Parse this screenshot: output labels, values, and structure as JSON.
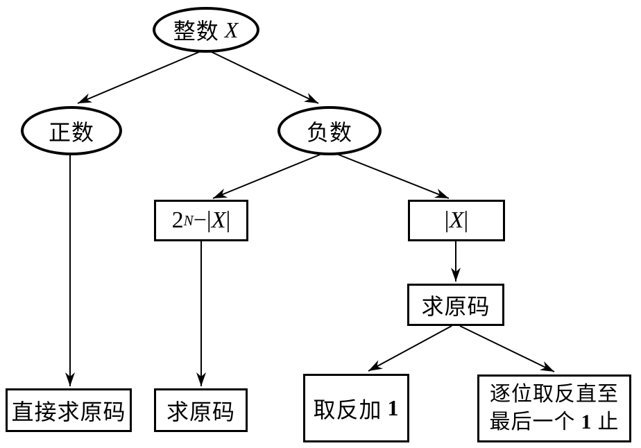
{
  "page": {
    "background": "#ffffff",
    "ink": "#000000"
  },
  "flowchart": {
    "nodes": {
      "root": {
        "shape": "ellipse",
        "text": "整数",
        "var": "X"
      },
      "positive": {
        "shape": "ellipse",
        "label": "正数"
      },
      "negative": {
        "shape": "ellipse",
        "label": "负数"
      },
      "formula": {
        "shape": "rect",
        "base": "2",
        "exponent": "N",
        "operator": "−",
        "lbar": "|",
        "var": "X",
        "rbar": "|"
      },
      "abs": {
        "shape": "rect",
        "lbar": "|",
        "var": "X",
        "rbar": "|"
      },
      "find_source_code": {
        "shape": "rect",
        "label": "求原码"
      },
      "direct_find_source_code": {
        "shape": "rect",
        "label": "直接求原码"
      },
      "find_source_code_2": {
        "shape": "rect",
        "label": "求原码"
      },
      "invert_add_one": {
        "shape": "rect",
        "prefix": "取反加",
        "emph": "1"
      },
      "bitwise_invert": {
        "shape": "rect",
        "line1": "逐位取反直至",
        "line2_prefix": "最后一个",
        "line2_emph": "1",
        "line2_suffix": "止"
      }
    },
    "edges": [
      {
        "from": "整数 X",
        "to": "正数"
      },
      {
        "from": "整数 X",
        "to": "负数"
      },
      {
        "from": "负数",
        "to": "2^N−|X|"
      },
      {
        "from": "负数",
        "to": "|X|"
      },
      {
        "from": "正数",
        "to": "直接求原码"
      },
      {
        "from": "2^N−|X|",
        "to": "求原码"
      },
      {
        "from": "|X|",
        "to": "求原码"
      },
      {
        "from": "求原码",
        "to": "取反加 1"
      },
      {
        "from": "求原码",
        "to": "逐位取反直至最后一个 1 止"
      }
    ]
  }
}
